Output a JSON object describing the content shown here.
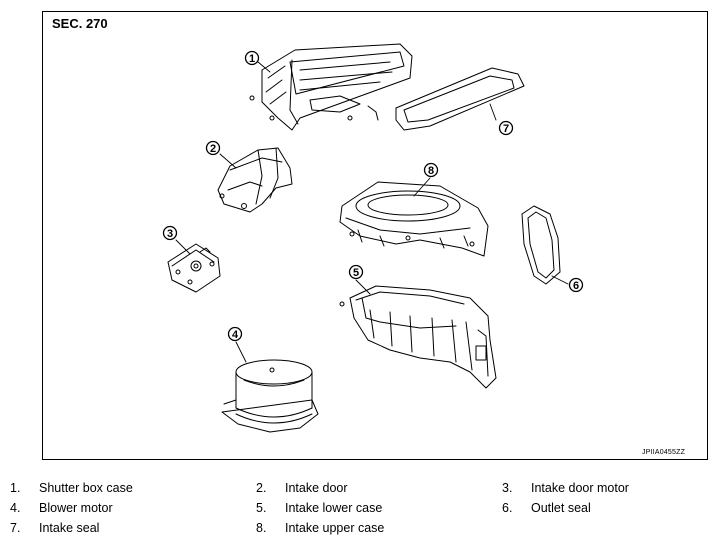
{
  "section": "SEC. 270",
  "ref_code": "JPIIA0455ZZ",
  "callouts": [
    "1",
    "2",
    "3",
    "4",
    "5",
    "6",
    "7",
    "8"
  ],
  "legend": [
    {
      "num": "1.",
      "name": "Shutter box case"
    },
    {
      "num": "2.",
      "name": "Intake door"
    },
    {
      "num": "3.",
      "name": "Intake door motor"
    },
    {
      "num": "4.",
      "name": "Blower motor"
    },
    {
      "num": "5.",
      "name": "Intake lower case"
    },
    {
      "num": "6.",
      "name": "Outlet seal"
    },
    {
      "num": "7.",
      "name": "Intake seal"
    },
    {
      "num": "8.",
      "name": "Intake upper case"
    }
  ]
}
